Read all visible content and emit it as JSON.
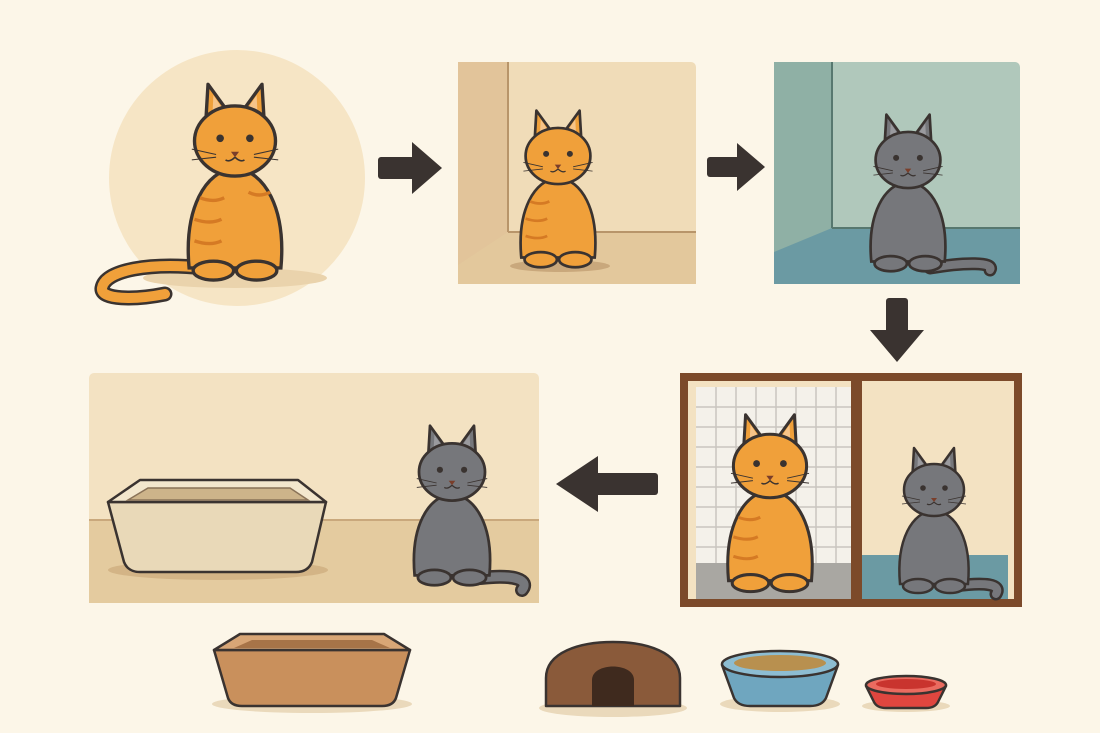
{
  "diagram": {
    "panels": [
      {
        "id": "orange-cat-alone",
        "cat": "orange-cat",
        "setting": "circle-spotlight"
      },
      {
        "id": "orange-cat-room-corner",
        "cat": "orange-cat",
        "setting": "beige-room"
      },
      {
        "id": "gray-cat-room-corner",
        "cat": "gray-cat",
        "setting": "teal-room"
      },
      {
        "id": "cats-separated-by-screen-door",
        "cats": [
          "orange-cat",
          "gray-cat"
        ],
        "setting": "divided-room"
      },
      {
        "id": "gray-cat-with-litter-box",
        "cat": "gray-cat",
        "setting": "beige-room"
      }
    ],
    "arrows": [
      {
        "from": "orange-cat-alone",
        "to": "orange-cat-room-corner",
        "direction": "right"
      },
      {
        "from": "orange-cat-room-corner",
        "to": "gray-cat-room-corner",
        "direction": "right"
      },
      {
        "from": "gray-cat-room-corner",
        "to": "cats-separated-by-screen-door",
        "direction": "down"
      },
      {
        "from": "cats-separated-by-screen-door",
        "to": "gray-cat-with-litter-box",
        "direction": "left"
      }
    ],
    "supplies": [
      "litter-box-icon",
      "cat-bed-icon",
      "food-bowl-icon",
      "water-bowl-icon"
    ]
  },
  "colors": {
    "background": "#fcf6e8",
    "orange_cat": "#f0a03a",
    "orange_stripe": "#d57a24",
    "gray_cat": "#76777b",
    "outline": "#3a3330",
    "arrow": "#3a3330",
    "wall_beige": "#f0dcb8",
    "floor_beige": "#e3c89c",
    "wall_teal": "#b0c8bb",
    "floor_teal": "#6b9aa3",
    "door_frame": "#7c4a2a",
    "bowl_blue": "#6fa6bf",
    "bowl_red": "#e0463f"
  }
}
